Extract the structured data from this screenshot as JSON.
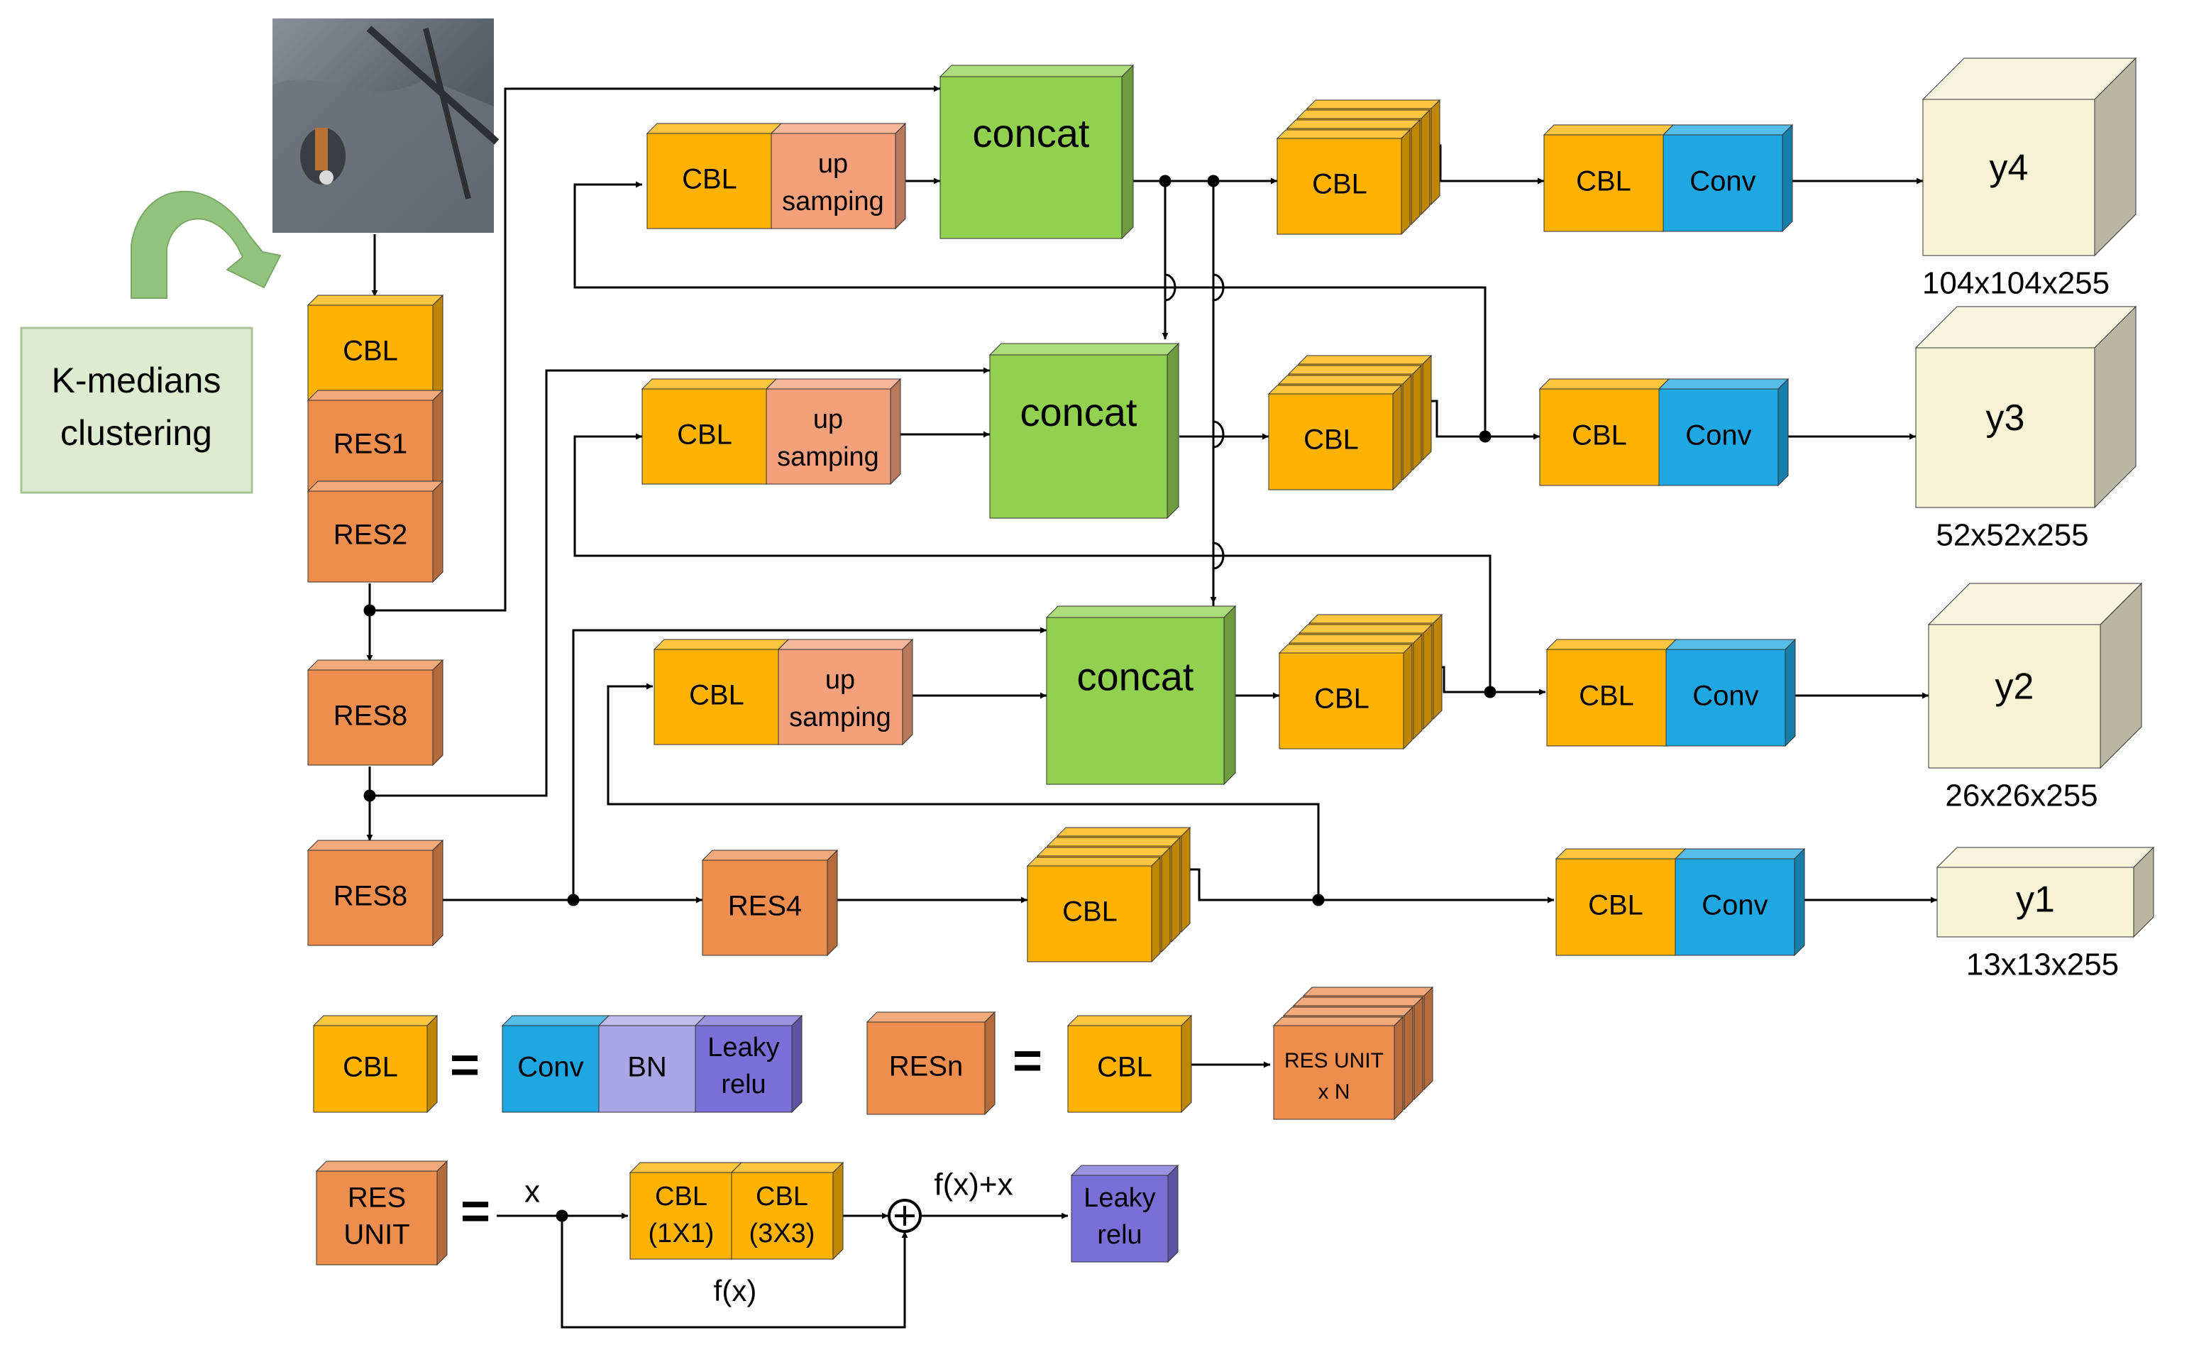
{
  "colors": {
    "cbl": "#FFB300",
    "res": "#EE8E4E",
    "up": "#F4A07B",
    "concat": "#92D050",
    "conv": "#1EA7E1",
    "bn": "#A9A6E6",
    "leaky": "#7A6FD6",
    "output": "#F7F3D6",
    "clustering": "#DDEBD0",
    "arrow": "#93C47D"
  },
  "input_image": {
    "icon": "industrial-metal-part-photo"
  },
  "clustering": {
    "line1": "K-medians",
    "line2": "clustering"
  },
  "backbone": {
    "cbl": "CBL",
    "res1": "RES1",
    "res2": "RES2",
    "res8a": "RES8",
    "res8b": "RES8",
    "res4": "RES4"
  },
  "blocks": {
    "cbl": "CBL",
    "up_line1": "up",
    "up_line2": "samping",
    "concat": "concat",
    "conv": "Conv"
  },
  "outputs": [
    {
      "name": "y4",
      "size": "104x104x255"
    },
    {
      "name": "y3",
      "size": "52x52x255"
    },
    {
      "name": "y2",
      "size": "26x26x255"
    },
    {
      "name": "y1",
      "size": "13x13x255"
    }
  ],
  "legend": {
    "equals": "=",
    "cbl": {
      "lhs": "CBL",
      "conv": "Conv",
      "bn": "BN",
      "leaky_line1": "Leaky",
      "leaky_line2": "relu"
    },
    "resn": {
      "lhs": "RESn",
      "cbl": "CBL",
      "unit_line1": "RES UNIT",
      "unit_line2": "x N"
    },
    "resunit": {
      "lhs_line1": "RES",
      "lhs_line2": "UNIT",
      "x": "x",
      "cbl1_line1": "CBL",
      "cbl1_line2": "(1X1)",
      "cbl2_line1": "CBL",
      "cbl2_line2": "(3X3)",
      "fx": "f(x)",
      "sum": "f(x)+x",
      "leaky_line1": "Leaky",
      "leaky_line2": "relu"
    }
  }
}
